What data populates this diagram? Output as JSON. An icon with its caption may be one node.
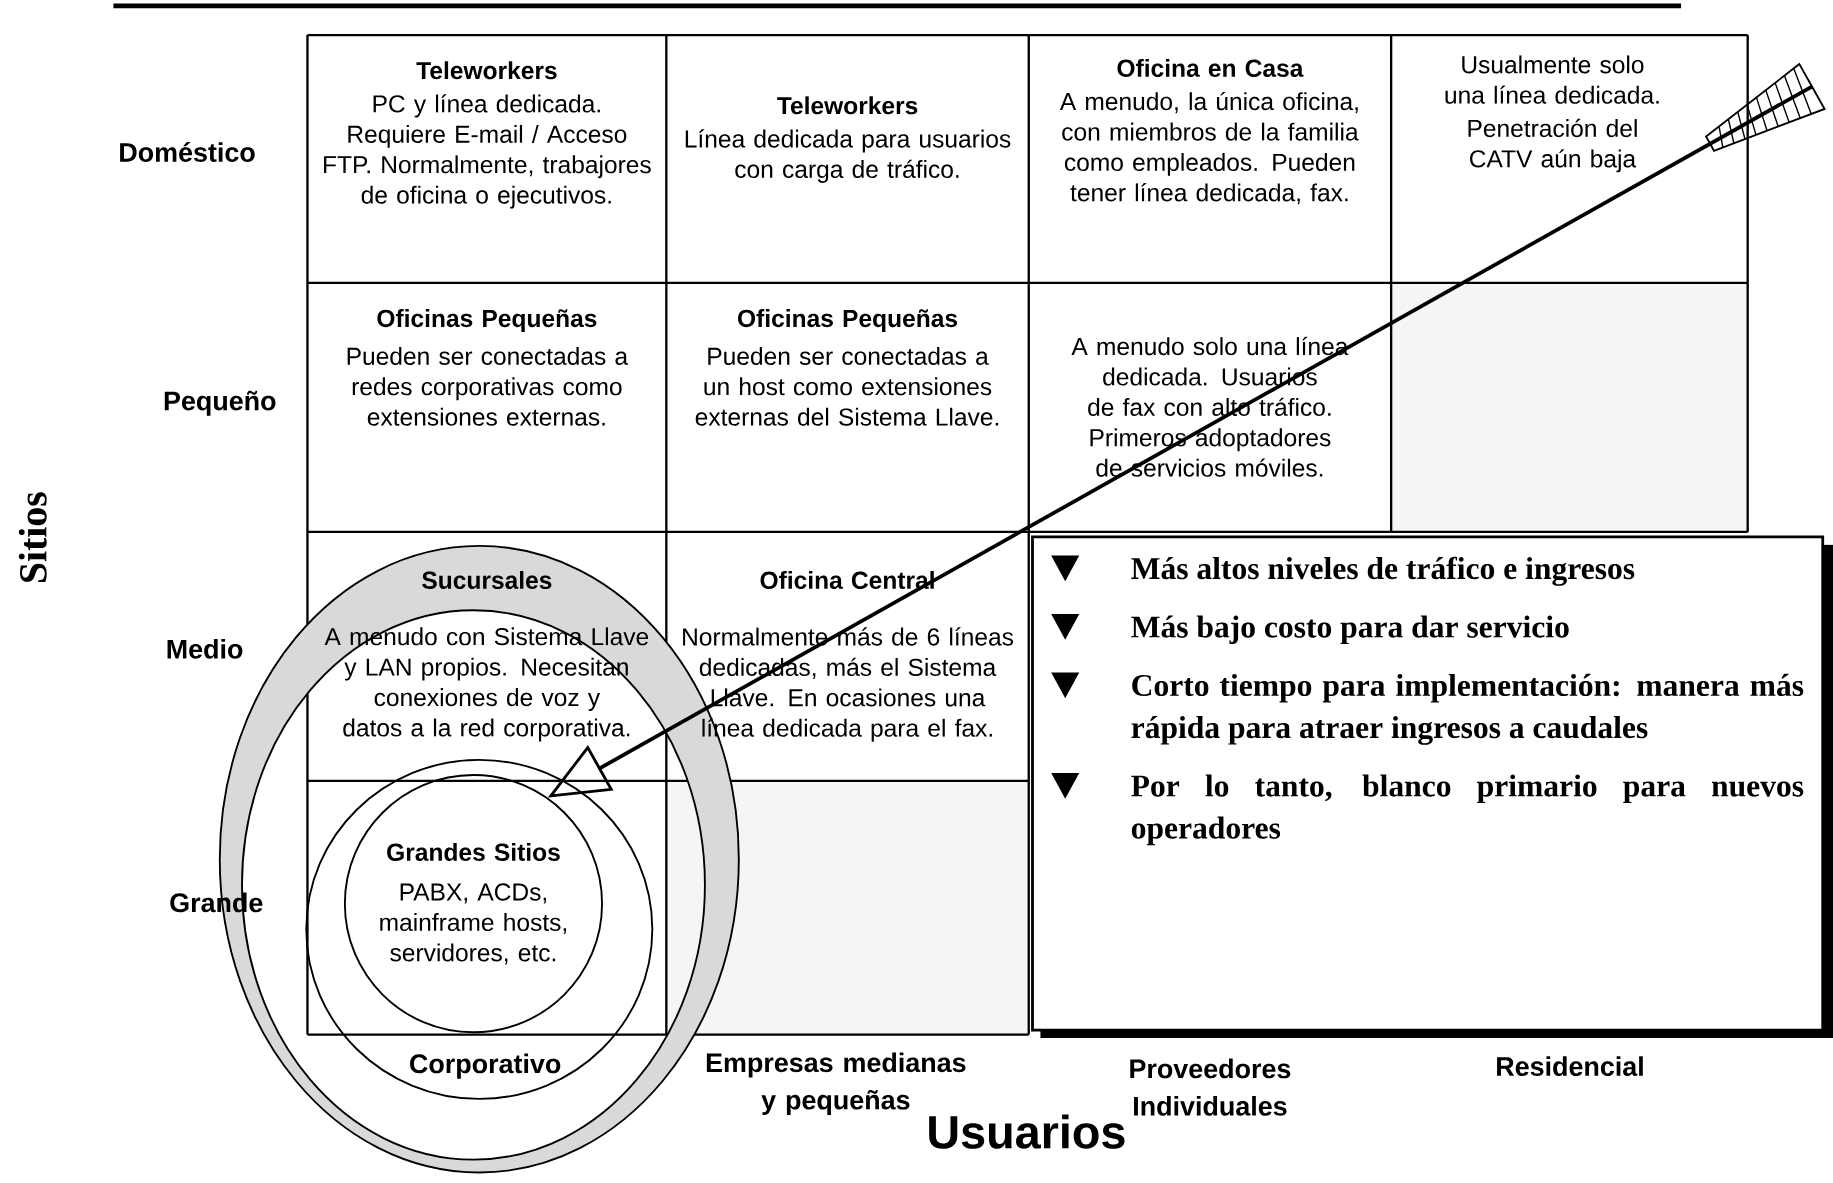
{
  "diagram": {
    "nodes": [
      {
        "text": [],
        "shape": "circle"
      },
      {
        "text": [],
        "shape": "circle",
        "in": 0
      },
      {
        "text": [
          "Grandes Sitios",
          "PABX, ACDs, mainframe hosts, servidores, etc."
        ],
        "in": 1
      },
      {
        "text": [
          "Más altos niveles de tráfico e ingresos",
          "Más bajo costo para dar servicio",
          "Corto tiempo para implementación: manera más rápida para atraer ingresos a caudales",
          "Por lo tanto, blanco primario para nuevos operadores"
        ]
      }
    ],
    "edges": [
      {
        "from": null,
        "to": 2,
        "arrow": "to"
      }
    ],
    "labels": [
      "Doméstico",
      "Teleworkers",
      "PC y línea dedicada. Requiere E-mail / Acceso FTP. Normalmente, trabajores de oficina o ejecutivos.",
      "Teleworkers",
      "Línea dedicada para usuarios con carga de tráfico.",
      "Oficina en Casa",
      "A menudo, la única oficina, con miembros de la familia como empleados. Pueden tener línea dedicada, fax.",
      "Usualmente solo una línea dedicada.",
      "Penetración del CATV aún baja",
      "Pequeño",
      "Oficinas Pequeñas",
      "Pueden ser conectadas a redes corporativas como extensiones externas.",
      "Oficinas Pequeñas",
      "Pueden ser conectadas a un host como extensiones externas del Sistema Llave.",
      "A menudo solo una línea dedicada. Usuarios de fax con alto tráfico. Primeros adoptadores de servicios móviles.",
      "Medio",
      "Sucursales",
      "A menudo con Sistema Llave y LAN propios. Necesitan conexiones de voz y datos a la red corporativa.",
      "Oficina Central",
      "Normalmente más de 6 líneas dedicadas, más el Sistema Llave. En ocasiones una línea dedicada para el fax.",
      "Grande",
      "Corporativo",
      "Empresas medianas y pequeñas",
      "Proveedores Individuales",
      "Residencial",
      "Usuarios",
      "Sitios"
    ]
  }
}
